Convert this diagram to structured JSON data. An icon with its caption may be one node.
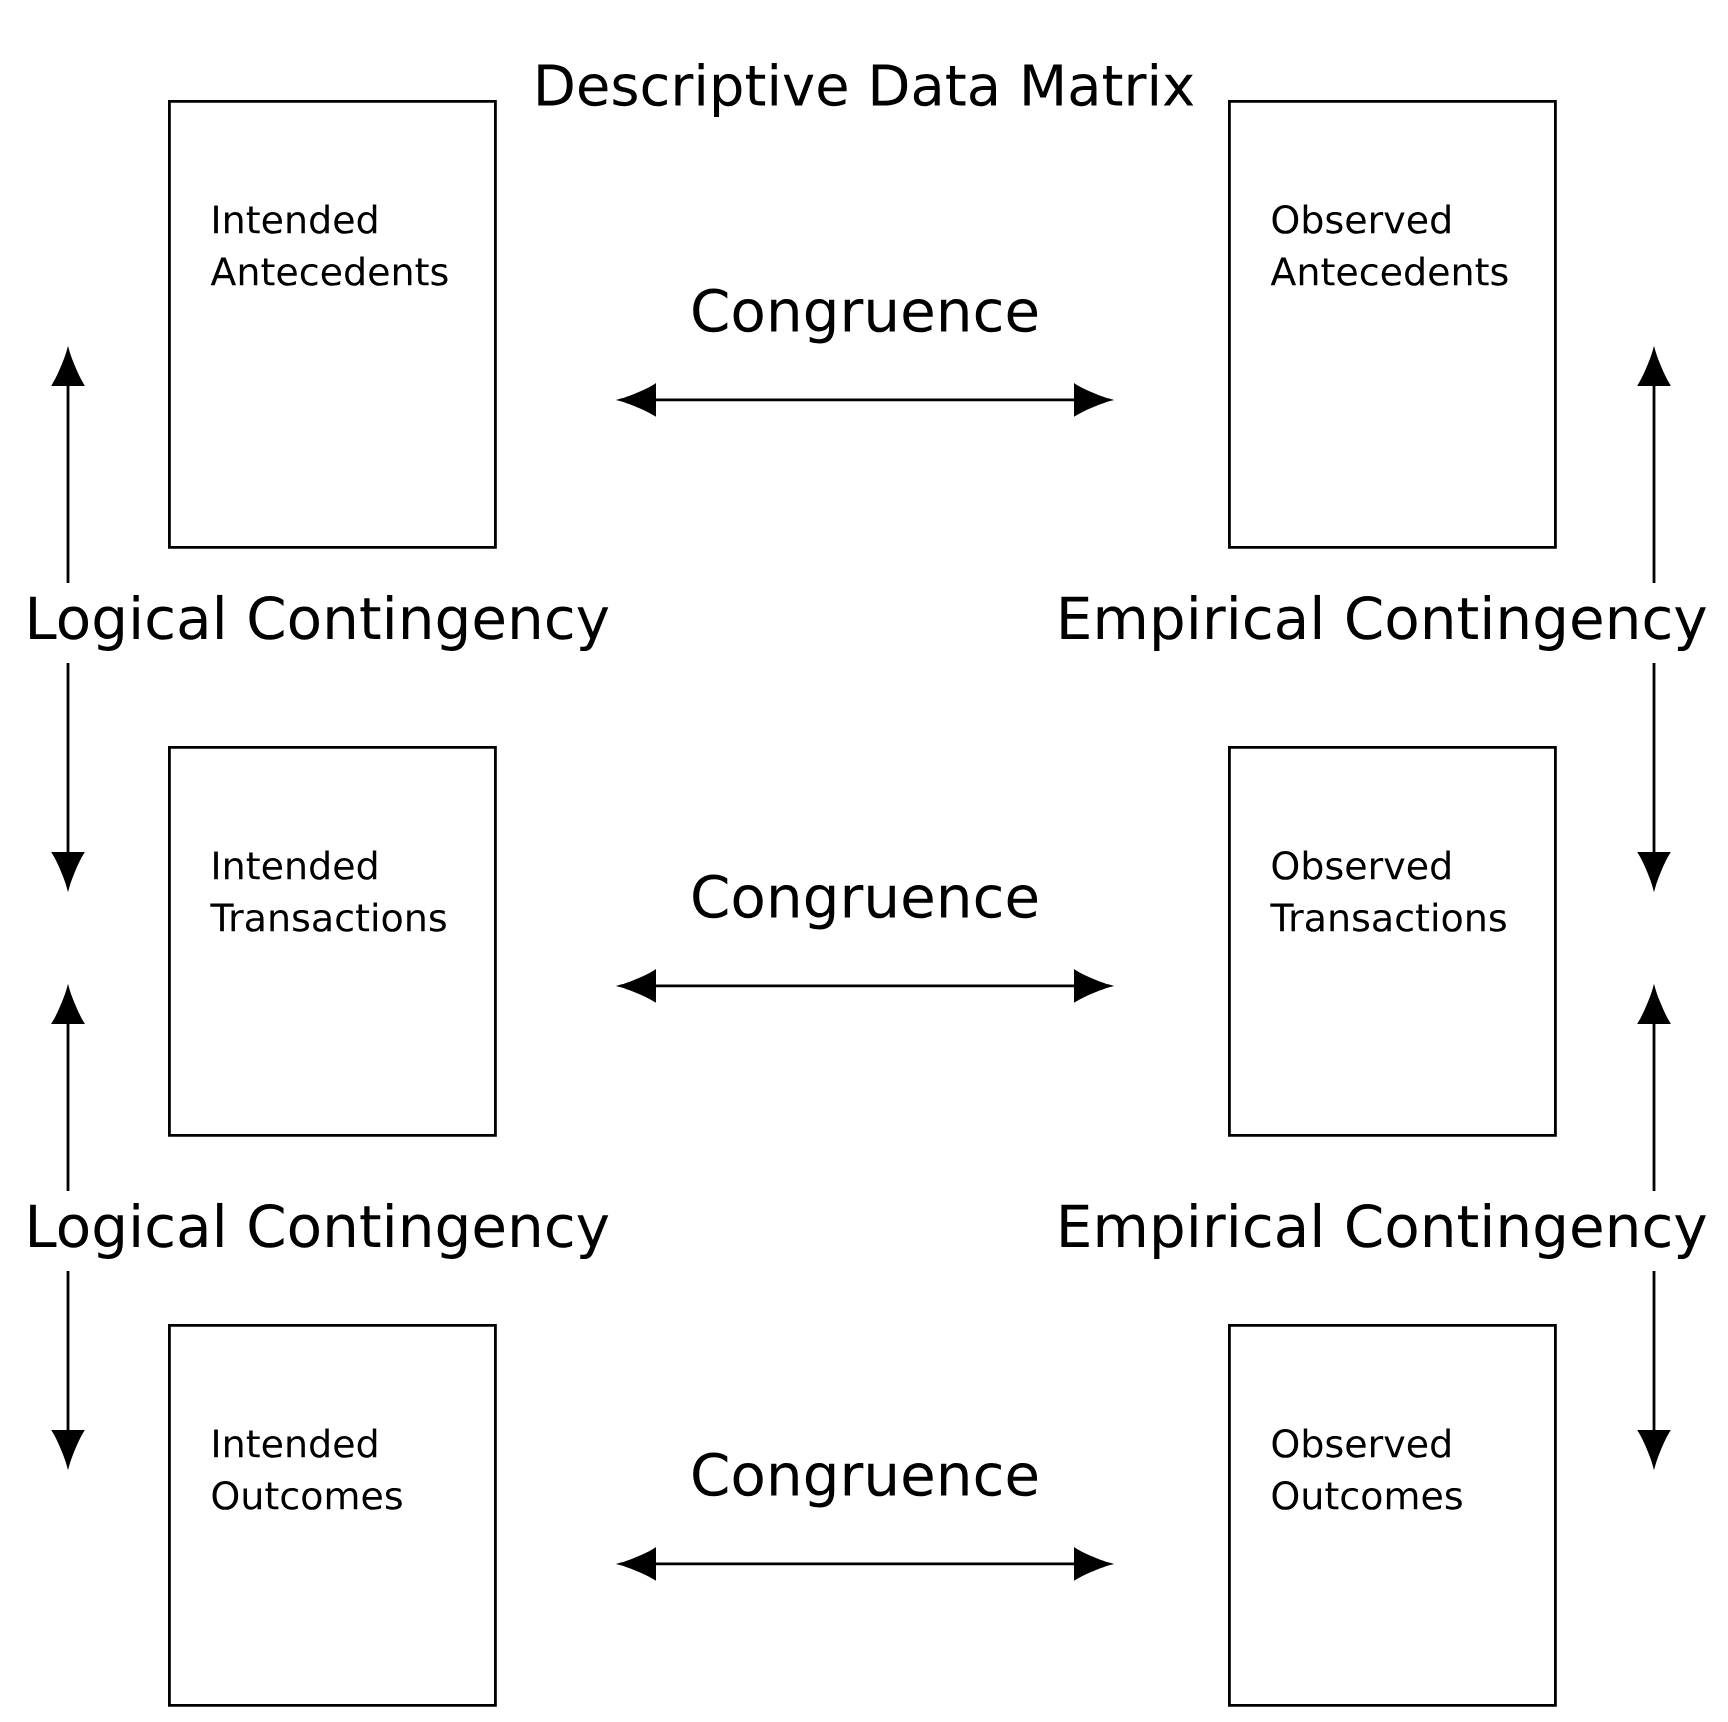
{
  "diagram": {
    "title": "Descriptive Data Matrix",
    "nodes": [
      {
        "text": [
          "Intended Antecedents"
        ]
      },
      {
        "text": [
          "Observed Antecedents"
        ]
      },
      {
        "text": [
          "Intended Transactions"
        ]
      },
      {
        "text": [
          "Observed Transactions"
        ]
      },
      {
        "text": [
          "Intended Outcomes"
        ]
      },
      {
        "text": [
          "Observed Outcomes"
        ]
      }
    ],
    "edges": [
      {
        "from": 0,
        "to": 1,
        "arrow": "both",
        "label": "Congruence"
      },
      {
        "from": 2,
        "to": 3,
        "arrow": "both",
        "label": "Congruence"
      },
      {
        "from": 4,
        "to": 5,
        "arrow": "both",
        "label": "Congruence"
      },
      {
        "from": 0,
        "to": 2,
        "arrow": "both",
        "label": "Logical Contingency"
      },
      {
        "from": 2,
        "to": 4,
        "arrow": "both",
        "label": "Logical Contingency"
      },
      {
        "from": 1,
        "to": 3,
        "arrow": "both",
        "label": "Empirical Contingency"
      },
      {
        "from": 3,
        "to": 5,
        "arrow": "both",
        "label": "Empirical Contingency"
      }
    ]
  }
}
